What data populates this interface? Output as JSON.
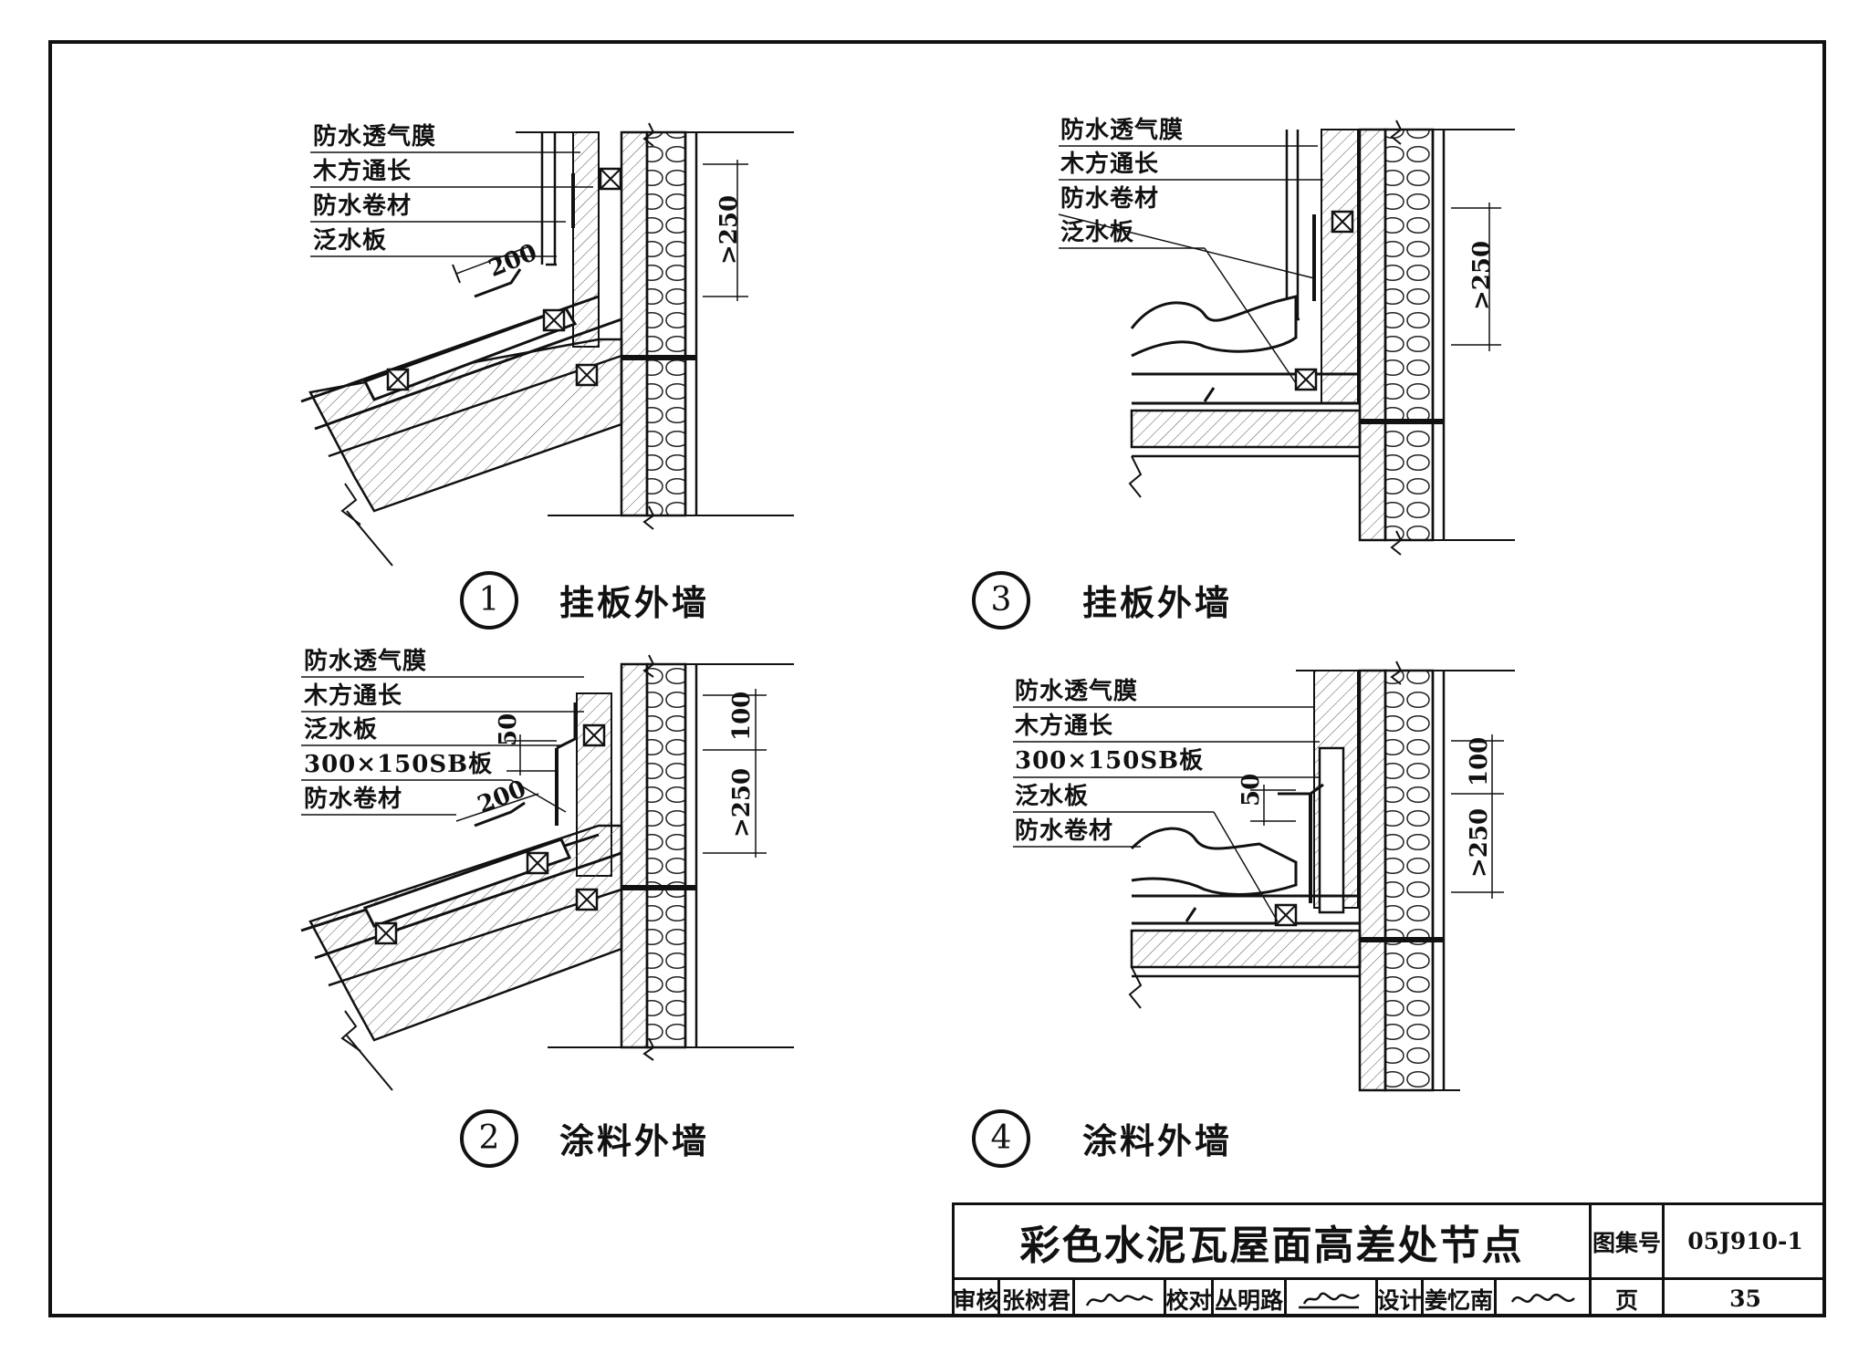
{
  "details": [
    {
      "number": "1",
      "caption": "挂板外墙",
      "layers": [
        "防水透气膜",
        "木方通长",
        "防水卷材",
        "泛水板"
      ],
      "dims": {
        "lap": "200",
        "height": ">250"
      }
    },
    {
      "number": "3",
      "caption": "挂板外墙",
      "layers": [
        "防水透气膜",
        "木方通长",
        "防水卷材",
        "泛水板"
      ],
      "dims": {
        "height": ">250"
      }
    },
    {
      "number": "2",
      "caption": "涂料外墙",
      "layers": [
        "防水透气膜",
        "木方通长",
        "泛水板",
        "300×150SB板",
        "防水卷材"
      ],
      "dims": {
        "gap": "50",
        "lap": "200",
        "upper": "100",
        "height": ">250"
      }
    },
    {
      "number": "4",
      "caption": "涂料外墙",
      "layers": [
        "防水透气膜",
        "木方通长",
        "300×150SB板",
        "泛水板",
        "防水卷材"
      ],
      "dims": {
        "gap": "50",
        "upper": "100",
        "height": ">250"
      }
    }
  ],
  "title_block": {
    "title": "彩色水泥瓦屋面高差处节点",
    "atlas_label": "图集号",
    "atlas_no": "05J910-1",
    "review_label": "审核",
    "reviewer": "张树君",
    "check_label": "校对",
    "checker": "丛明路",
    "design_label": "设计",
    "designer": "姜忆南",
    "page_label": "页",
    "page_no": "35"
  }
}
